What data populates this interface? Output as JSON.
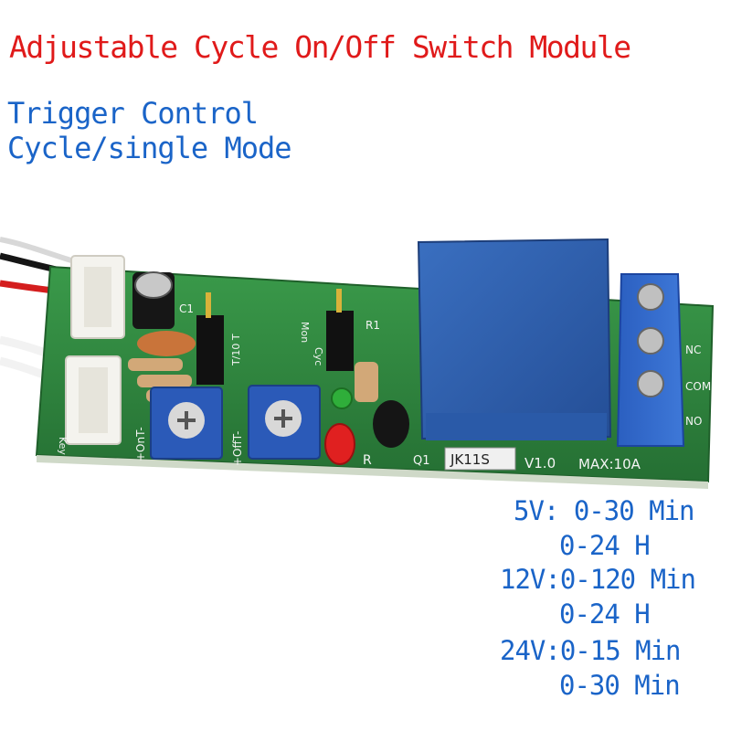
{
  "header": {
    "title": "Adjustable Cycle On/Off Switch Module",
    "features": [
      "Trigger Control",
      "Cycle/single Mode"
    ]
  },
  "specs": [
    "5V: 0-30 Min",
    "0-24 H",
    "12V:0-120 Min",
    "0-24 H",
    "24V:0-15 Min",
    "0-30 Min"
  ],
  "board": {
    "model": "JK11S",
    "version": "V1.0",
    "max_current": "MAX:10A",
    "terminals": [
      "NC",
      "COM",
      "NO"
    ],
    "mode_labels": [
      "Mon",
      "Cyc"
    ],
    "jumper_label": "T/10 T",
    "component_labels": [
      "C1",
      "R1",
      "R",
      "Q1",
      "Key"
    ],
    "pot_labels": [
      "+OnT-",
      "+OffT-"
    ],
    "colors": {
      "pcb": "#2e8a3f",
      "relay": "#2f5fae",
      "terminal_block": "#2e63c4",
      "pot": "#2b5ab8",
      "connector": "#f2f2ee"
    }
  }
}
